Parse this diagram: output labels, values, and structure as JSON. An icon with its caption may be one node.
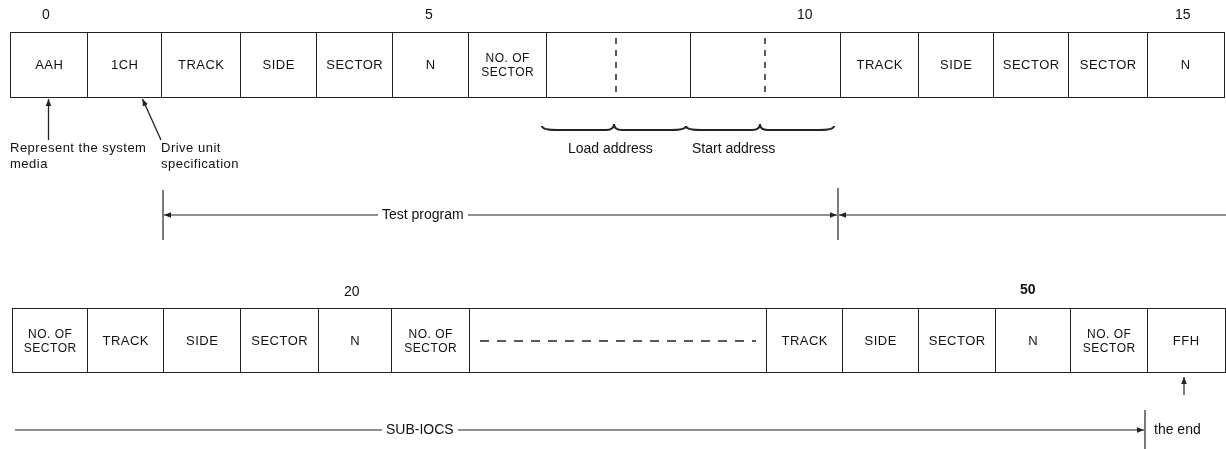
{
  "diagram": {
    "nodes": [
      {
        "text": [
          "AAH"
        ]
      },
      {
        "text": [
          "1CH"
        ]
      },
      {
        "text": [
          "TRACK"
        ]
      },
      {
        "text": [
          "SIDE"
        ]
      },
      {
        "text": [
          "SECTOR"
        ]
      },
      {
        "text": [
          "N"
        ]
      },
      {
        "text": [
          "NO. OF SECTOR"
        ]
      },
      {
        "text": [],
        "shape": "box"
      },
      {
        "text": [],
        "shape": "box"
      },
      {
        "text": [
          "TRACK"
        ]
      },
      {
        "text": [
          "SIDE"
        ]
      },
      {
        "text": [
          "SECTOR"
        ]
      },
      {
        "text": [
          "SECTOR"
        ]
      },
      {
        "text": [
          "N"
        ]
      },
      {
        "text": [
          "Represent the system media"
        ]
      },
      {
        "text": [
          "Drive unit specification"
        ]
      },
      {
        "text": [
          "NO. OF SECTOR"
        ]
      },
      {
        "text": [
          "TRACK"
        ]
      },
      {
        "text": [
          "SIDE"
        ]
      },
      {
        "text": [
          "SECTOR"
        ]
      },
      {
        "text": [
          "N"
        ]
      },
      {
        "text": [
          "NO. OF SECTOR"
        ]
      },
      {
        "text": [],
        "shape": "box"
      },
      {
        "text": [
          "TRACK"
        ]
      },
      {
        "text": [
          "SIDE"
        ]
      },
      {
        "text": [
          "SECTOR"
        ]
      },
      {
        "text": [
          "N"
        ]
      },
      {
        "text": [
          "NO. OF SECTOR"
        ]
      },
      {
        "text": [
          "FFH"
        ]
      }
    ],
    "edges": [
      {
        "from": 14,
        "to": 0,
        "arrow": "to"
      },
      {
        "from": 15,
        "to": 1,
        "arrow": "to"
      }
    ],
    "labels": [
      "0",
      "5",
      "10",
      "15",
      "Load address",
      "Start address",
      "Test program",
      "20",
      "50",
      "SUB-IOCS",
      "the end"
    ]
  }
}
